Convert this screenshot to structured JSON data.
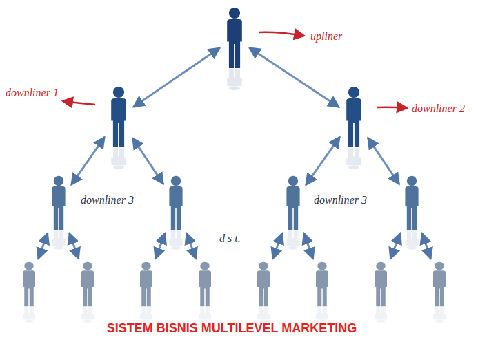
{
  "diagram": {
    "title": "SISTEM BISNIS MULTILEVEL MARKETING",
    "nodes": [
      {
        "text": [
          "upliner"
        ]
      },
      {
        "text": [
          "downliner 1"
        ]
      },
      {
        "text": [
          "downliner 2"
        ]
      },
      {
        "text": [
          "downliner 3"
        ]
      },
      {
        "text": []
      },
      {
        "text": [
          "downliner 3"
        ]
      },
      {
        "text": []
      },
      {
        "text": []
      },
      {
        "text": []
      },
      {
        "text": []
      },
      {
        "text": []
      },
      {
        "text": []
      },
      {
        "text": []
      },
      {
        "text": []
      },
      {
        "text": []
      }
    ],
    "edges": [
      {
        "from": 0,
        "to": 1,
        "arrow": "both"
      },
      {
        "from": 0,
        "to": 2,
        "arrow": "both"
      },
      {
        "from": 1,
        "to": 3,
        "arrow": "both"
      },
      {
        "from": 1,
        "to": 4,
        "arrow": "both"
      },
      {
        "from": 2,
        "to": 5,
        "arrow": "both"
      },
      {
        "from": 2,
        "to": 6,
        "arrow": "both"
      },
      {
        "from": 3,
        "to": 7,
        "arrow": "both"
      },
      {
        "from": 3,
        "to": 8,
        "arrow": "both"
      },
      {
        "from": 4,
        "to": 9,
        "arrow": "both"
      },
      {
        "from": 4,
        "to": 10,
        "arrow": "both"
      },
      {
        "from": 5,
        "to": 11,
        "arrow": "both"
      },
      {
        "from": 5,
        "to": 12,
        "arrow": "both"
      },
      {
        "from": 6,
        "to": 13,
        "arrow": "both"
      },
      {
        "from": 6,
        "to": 14,
        "arrow": "both"
      }
    ],
    "labels": [
      "d s t."
    ]
  }
}
